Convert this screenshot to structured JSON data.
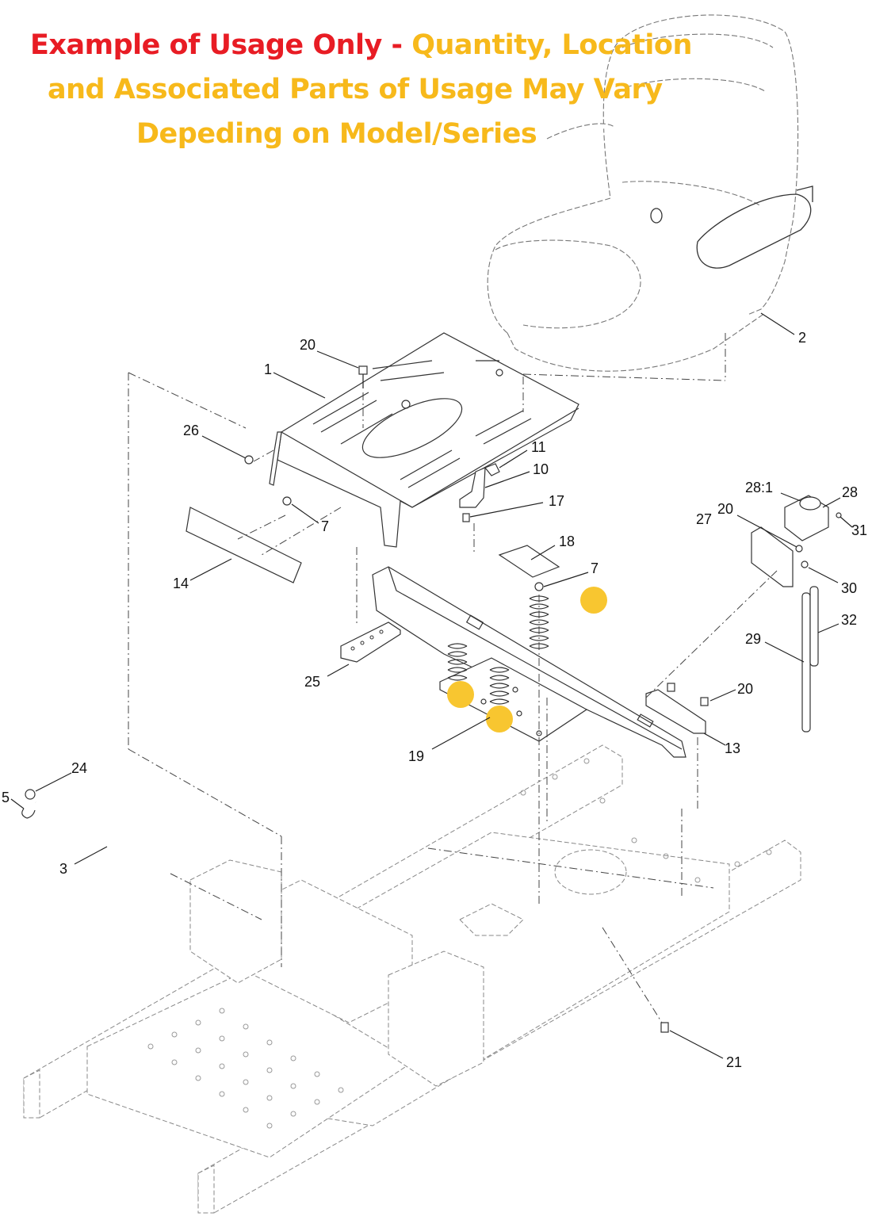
{
  "header": {
    "line1_red": "Example of Usage Only",
    "line1_sep": " - ",
    "line1_yellow": "Quantity, Location",
    "line2": "and Associated Parts of Usage May Vary",
    "line3": "Depeding on Model/Series"
  },
  "callouts": {
    "c1": "1",
    "c2": "2",
    "c3": "3",
    "c5": "5",
    "c7a": "7",
    "c7b": "7",
    "c10": "10",
    "c11": "11",
    "c13": "13",
    "c14": "14",
    "c17": "17",
    "c18": "18",
    "c19": "19",
    "c20a": "20",
    "c20b": "20",
    "c20c": "20",
    "c21": "21",
    "c24": "24",
    "c25": "25",
    "c26": "26",
    "c27": "27",
    "c28": "28",
    "c28_1": "28:1",
    "c29": "29",
    "c30": "30",
    "c31": "31",
    "c32": "32"
  },
  "colors": {
    "title_red": "#e81c24",
    "title_yellow": "#f7b91b",
    "highlight_dot": "#f8c630"
  }
}
